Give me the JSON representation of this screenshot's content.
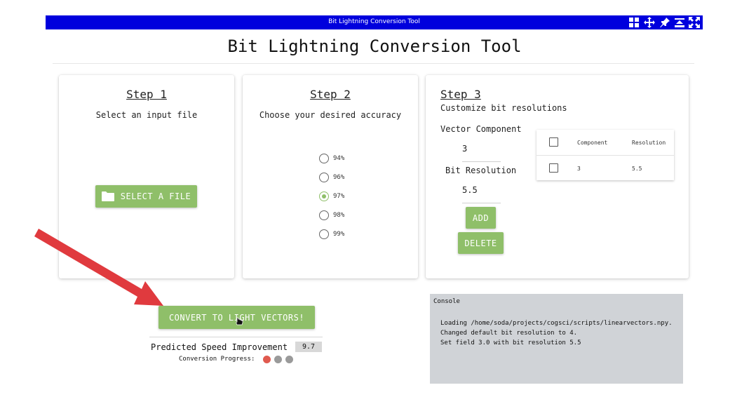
{
  "window": {
    "title": "Bit Lightning Conversion Tool"
  },
  "app": {
    "title": "Bit Lightning Conversion Tool"
  },
  "step1": {
    "heading": "Step 1",
    "subtitle": "Select an input file",
    "button": "SELECT A FILE"
  },
  "step2": {
    "heading": "Step 2",
    "subtitle": "Choose your desired accuracy",
    "options": [
      "94%",
      "96%",
      "97%",
      "98%",
      "99%"
    ],
    "selected": "97%"
  },
  "step3": {
    "heading": "Step 3",
    "subtitle": "Customize bit resolutions",
    "vector_label": "Vector Component",
    "vector_value": "3",
    "bit_label": "Bit Resolution",
    "bit_value": "5.5",
    "add": "ADD",
    "delete": "DELETE",
    "table": {
      "headers": [
        "Component",
        "Resolution"
      ],
      "rows": [
        {
          "component": "3",
          "resolution": "5.5"
        }
      ]
    }
  },
  "convert": {
    "button": "CONVERT TO LIGHT VECTORS!",
    "speed_label": "Predicted Speed Improvement",
    "speed_value": "9.7",
    "progress_label": "Conversion Progress:"
  },
  "console": {
    "header": "Console",
    "lines": [
      "Loading /home/soda/projects/cogsci/scripts/linearvectors.npy.",
      "Changed default bit resolution to 4.",
      "Set field 3.0 with bit resolution 5.5"
    ]
  },
  "colors": {
    "titlebar": "#0000dd",
    "accent": "#8fbf69",
    "arrow": "#e03a3e",
    "progress_active": "#e05a4f",
    "progress_idle": "#9a9a9a"
  }
}
